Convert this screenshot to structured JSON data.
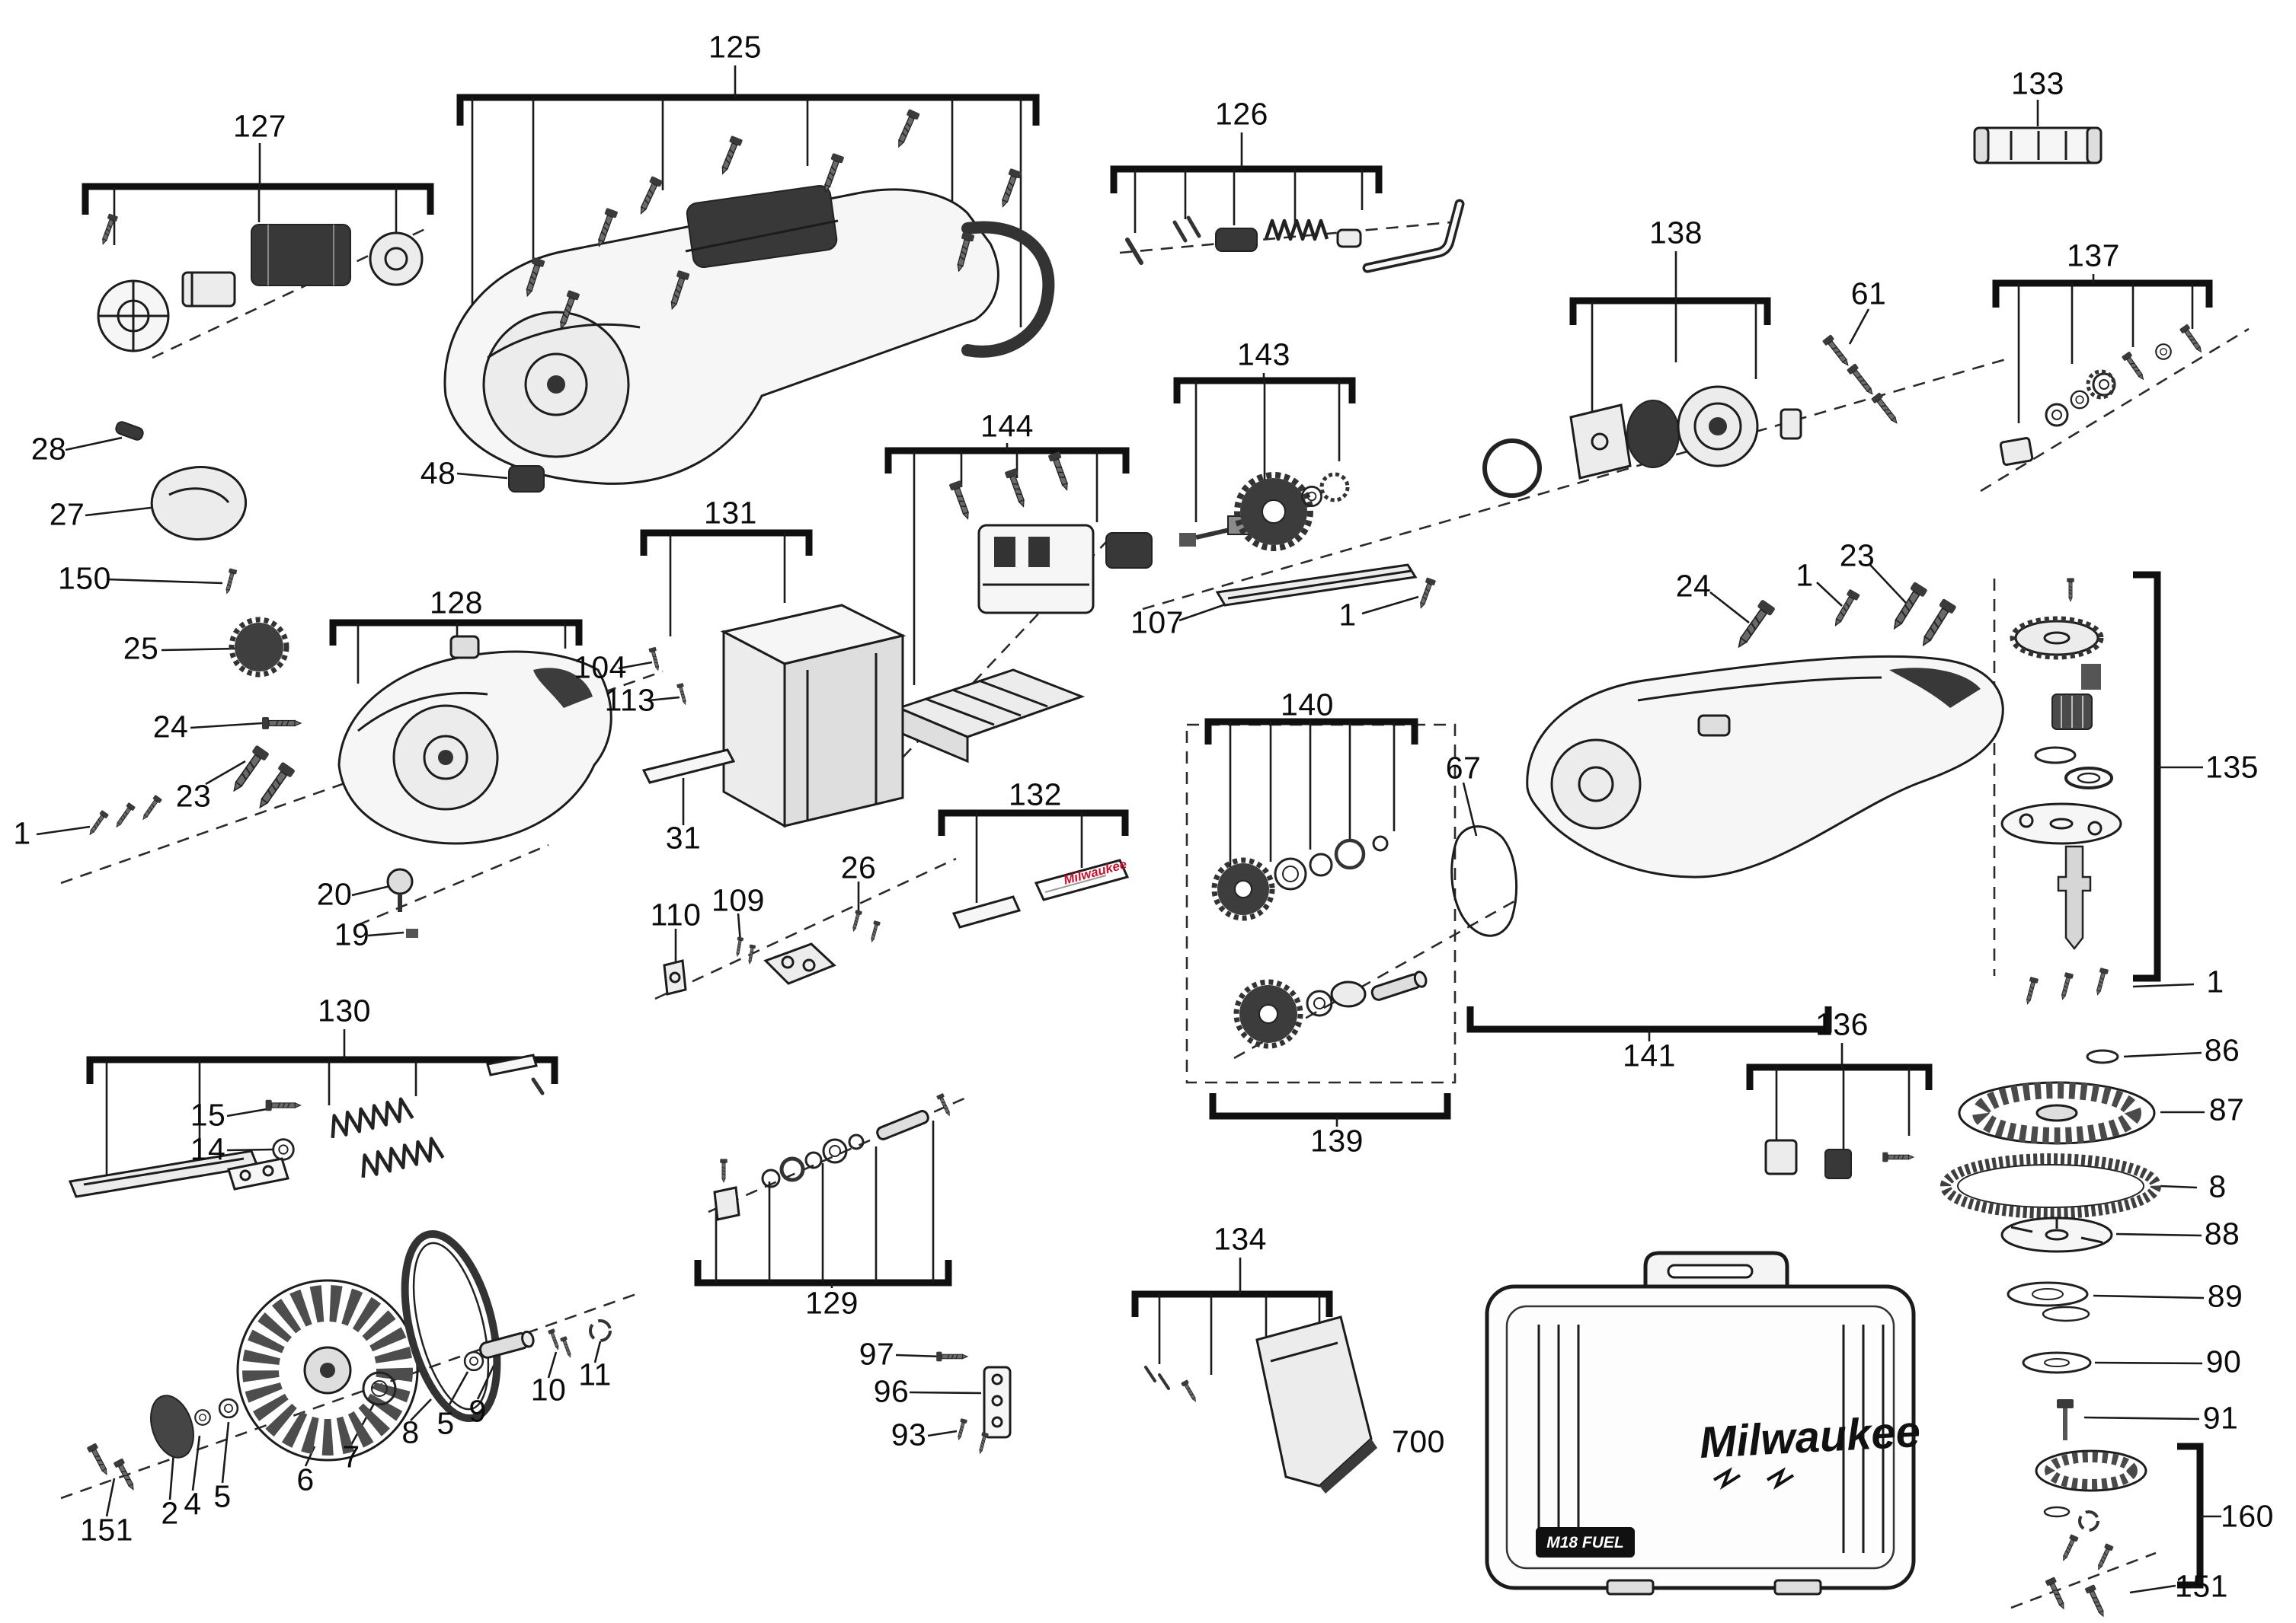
{
  "diagram": {
    "brand_marks": {
      "case_logo": "Milwaukee",
      "case_badge": "M18 FUEL",
      "label_logo": "Milwaukee"
    },
    "callouts": [
      {
        "text": "125"
      },
      {
        "text": "127"
      },
      {
        "text": "126"
      },
      {
        "text": "133"
      },
      {
        "text": "138"
      },
      {
        "text": "61"
      },
      {
        "text": "137"
      },
      {
        "text": "143"
      },
      {
        "text": "144"
      },
      {
        "text": "28"
      },
      {
        "text": "27"
      },
      {
        "text": "150"
      },
      {
        "text": "25"
      },
      {
        "text": "48"
      },
      {
        "text": "131"
      },
      {
        "text": "128"
      },
      {
        "text": "104"
      },
      {
        "text": "113"
      },
      {
        "text": "24"
      },
      {
        "text": "23"
      },
      {
        "text": "1"
      },
      {
        "text": "107"
      },
      {
        "text": "1"
      },
      {
        "text": "24"
      },
      {
        "text": "1"
      },
      {
        "text": "23"
      },
      {
        "text": "135"
      },
      {
        "text": "31"
      },
      {
        "text": "20"
      },
      {
        "text": "19"
      },
      {
        "text": "26"
      },
      {
        "text": "110"
      },
      {
        "text": "109"
      },
      {
        "text": "132"
      },
      {
        "text": "140"
      },
      {
        "text": "67"
      },
      {
        "text": "130"
      },
      {
        "text": "15"
      },
      {
        "text": "14"
      },
      {
        "text": "1"
      },
      {
        "text": "86"
      },
      {
        "text": "87"
      },
      {
        "text": "8"
      },
      {
        "text": "88"
      },
      {
        "text": "89"
      },
      {
        "text": "90"
      },
      {
        "text": "91"
      },
      {
        "text": "136"
      },
      {
        "text": "141"
      },
      {
        "text": "139"
      },
      {
        "text": "129"
      },
      {
        "text": "134"
      },
      {
        "text": "97"
      },
      {
        "text": "96"
      },
      {
        "text": "93"
      },
      {
        "text": "700"
      },
      {
        "text": "160"
      },
      {
        "text": "151"
      },
      {
        "text": "151"
      },
      {
        "text": "2"
      },
      {
        "text": "4"
      },
      {
        "text": "5"
      },
      {
        "text": "6"
      },
      {
        "text": "7"
      },
      {
        "text": "8"
      },
      {
        "text": "5"
      },
      {
        "text": "9"
      },
      {
        "text": "10"
      },
      {
        "text": "11"
      }
    ]
  }
}
